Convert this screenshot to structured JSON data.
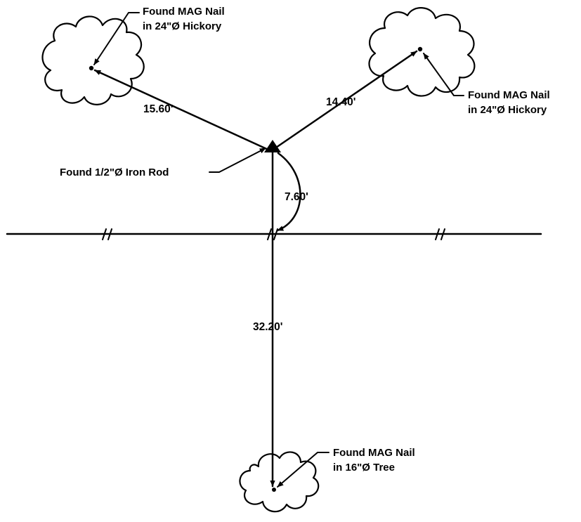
{
  "monuments": {
    "tree_nw": {
      "line1": "Found MAG Nail",
      "line2": "in 24\"Ø Hickory"
    },
    "tree_ne": {
      "line1": "Found MAG Nail",
      "line2": "in 24\"Ø Hickory"
    },
    "tree_s": {
      "line1": "Found MAG Nail",
      "line2": "in 16\"Ø Tree"
    },
    "iron_rod": {
      "label": "Found 1/2\"Ø Iron Rod"
    }
  },
  "distances": {
    "to_nw_tree": "15.60'",
    "to_ne_tree": "14.40'",
    "to_road": "7.60'",
    "to_s_tree": "32.20'"
  }
}
